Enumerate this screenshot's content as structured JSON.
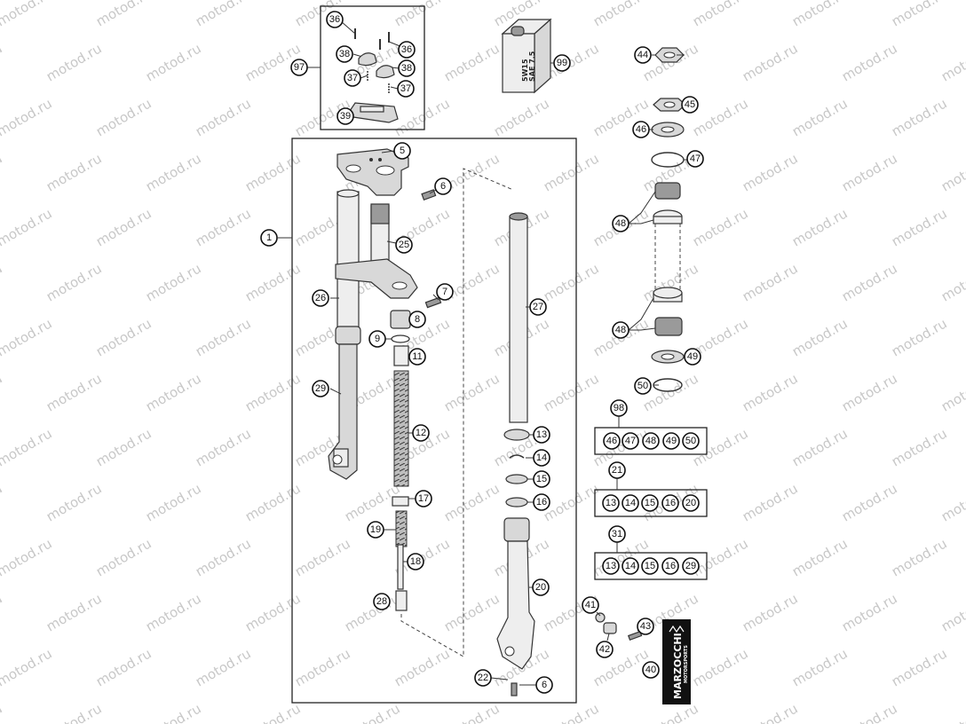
{
  "watermark": "motod.ru",
  "oil_label": [
    "5W15",
    "SAE 7.5"
  ],
  "logo": {
    "brand": "MARZOCCHI",
    "sub": "MOTORSPORTS"
  },
  "callouts": [
    {
      "id": "c36a",
      "label": "36"
    },
    {
      "id": "c36b",
      "label": "36"
    },
    {
      "id": "c38a",
      "label": "38"
    },
    {
      "id": "c38b",
      "label": "38"
    },
    {
      "id": "c37a",
      "label": "37"
    },
    {
      "id": "c37b",
      "label": "37"
    },
    {
      "id": "c39",
      "label": "39"
    },
    {
      "id": "c97",
      "label": "97"
    },
    {
      "id": "c99",
      "label": "99"
    },
    {
      "id": "c44",
      "label": "44"
    },
    {
      "id": "c45",
      "label": "45"
    },
    {
      "id": "c46",
      "label": "46"
    },
    {
      "id": "c47",
      "label": "47"
    },
    {
      "id": "c48a",
      "label": "48"
    },
    {
      "id": "c48b",
      "label": "48"
    },
    {
      "id": "c49",
      "label": "49"
    },
    {
      "id": "c50",
      "label": "50"
    },
    {
      "id": "c98",
      "label": "98"
    },
    {
      "id": "c21",
      "label": "21"
    },
    {
      "id": "c31",
      "label": "31"
    },
    {
      "id": "c1",
      "label": "1"
    },
    {
      "id": "c5",
      "label": "5"
    },
    {
      "id": "c6a",
      "label": "6"
    },
    {
      "id": "c25",
      "label": "25"
    },
    {
      "id": "c26",
      "label": "26"
    },
    {
      "id": "c7",
      "label": "7"
    },
    {
      "id": "c8",
      "label": "8"
    },
    {
      "id": "c9",
      "label": "9"
    },
    {
      "id": "c11",
      "label": "11"
    },
    {
      "id": "c27",
      "label": "27"
    },
    {
      "id": "c29",
      "label": "29"
    },
    {
      "id": "c12",
      "label": "12"
    },
    {
      "id": "c13",
      "label": "13"
    },
    {
      "id": "c14",
      "label": "14"
    },
    {
      "id": "c15",
      "label": "15"
    },
    {
      "id": "c16",
      "label": "16"
    },
    {
      "id": "c17",
      "label": "17"
    },
    {
      "id": "c19",
      "label": "19"
    },
    {
      "id": "c18",
      "label": "18"
    },
    {
      "id": "c20",
      "label": "20"
    },
    {
      "id": "c28",
      "label": "28"
    },
    {
      "id": "c22",
      "label": "22"
    },
    {
      "id": "c6b",
      "label": "6"
    },
    {
      "id": "c41",
      "label": "41"
    },
    {
      "id": "c42",
      "label": "42"
    },
    {
      "id": "c43",
      "label": "43"
    },
    {
      "id": "c40",
      "label": "40"
    }
  ],
  "kits": [
    {
      "id": "kit98",
      "items": [
        "46",
        "47",
        "48",
        "49",
        "50"
      ]
    },
    {
      "id": "kit21",
      "items": [
        "13",
        "14",
        "15",
        "16",
        "20"
      ]
    },
    {
      "id": "kit31",
      "items": [
        "13",
        "14",
        "15",
        "16",
        "29"
      ]
    }
  ]
}
